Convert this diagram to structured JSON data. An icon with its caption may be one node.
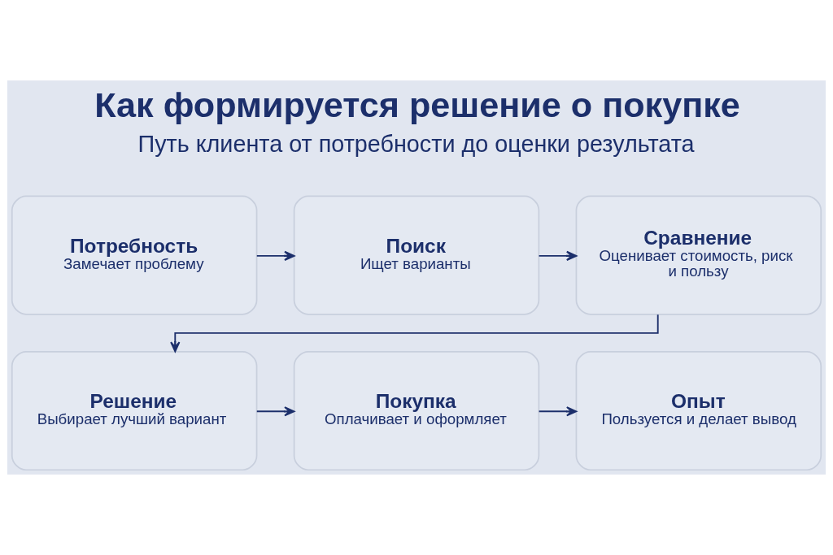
{
  "diagram": {
    "title": "Как формируется решение о покупке",
    "nodes": [
      {
        "text": [
          "Потребность",
          "Замечает проблему"
        ]
      },
      {
        "text": [
          "Поиск",
          "Ищет варианты"
        ]
      },
      {
        "text": [
          "Сравнение",
          "Оценивает стоимость, риск и пользу"
        ]
      },
      {
        "text": [
          "Решение",
          "Выбирает лучший вариант"
        ]
      },
      {
        "text": [
          "Покупка",
          "Оплачивает и оформляет"
        ]
      },
      {
        "text": [
          "Опыт",
          "Пользуется и делает вывод"
        ]
      }
    ],
    "edges": [
      {
        "from": 0,
        "to": 1,
        "arrow": "to"
      },
      {
        "from": 1,
        "to": 2,
        "arrow": "to"
      },
      {
        "from": 2,
        "to": 3,
        "arrow": "to"
      },
      {
        "from": 3,
        "to": 4,
        "arrow": "to"
      },
      {
        "from": 4,
        "to": 5,
        "arrow": "to"
      }
    ],
    "labels": [
      "Путь клиента от потребности до оценки результата"
    ]
  }
}
